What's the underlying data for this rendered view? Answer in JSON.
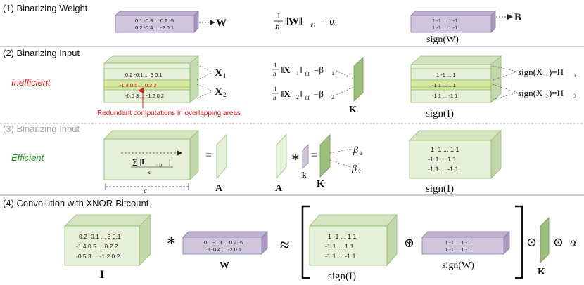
{
  "colors": {
    "green_face": "#e6efd7",
    "green_top": "#d4e4c0",
    "green_side": "#c2d8aa",
    "green_stroke": "#8cc070",
    "green_highlight": "#d7e9a0",
    "purple_face": "#cfc5dc",
    "purple_top": "#bdb1cf",
    "purple_side": "#a999bf",
    "purple_stroke": "#8d7fa6",
    "kernel_green": "#9cc07a",
    "red": "#e41a1c",
    "green_text": "#1f9a1f",
    "gray_text": "#a8a8a8",
    "divider": "#999999"
  },
  "sections": {
    "s1": {
      "title": "(1)  Binarizing Weight"
    },
    "s2": {
      "title": "(2) Binarizing Input",
      "tag": "Inefficient"
    },
    "s3": {
      "title": "(3) Binarizing Input",
      "tag": "Efficient"
    },
    "s4": {
      "title": "(4) Convolution with XNOR-Bitcount"
    }
  },
  "s1": {
    "w_row1": "0.1  -0.3  ...  0.2  -5",
    "w_row2": "0.2 -0.4  ...  -2  0.1",
    "w_label": "W",
    "frac_num": "1",
    "frac_den": "n",
    "norm_expr": "‖W‖",
    "norm_sub": "ℓ1",
    "equals_alpha": "= α",
    "b_row1": "1  -1  ...  1  -1",
    "b_row2": "1  -1  ...  1  -1",
    "b_label": "B",
    "sign_w": "sign(W)"
  },
  "s2": {
    "row1": "0.2  -0.1 ...  3  0.1",
    "row2": "-1.4  0.5  ...  0.2   2",
    "row3": "-0.5  3  ... -1.2  0.2",
    "x1_label": "X",
    "x1_sub": "1",
    "x2_label": "X",
    "x2_sub": "2",
    "redundant_note": "Redundant computations in overlapping areas",
    "eq1_norm": "‖X",
    "eq1_sub": "1",
    "eq1_rest": "‖",
    "eq1_l1": "ℓ1",
    "eq1_beta": "=β",
    "eq1_beta_sub": "1",
    "eq2_norm": "‖X",
    "eq2_sub": "2",
    "eq2_rest": "‖",
    "eq2_l1": "ℓ1",
    "eq2_beta": "=β",
    "eq2_beta_sub": "2",
    "frac_num": "1",
    "frac_den": "n",
    "k_label": "K",
    "s_row1": "1  -1  ...  1",
    "s_row2": "-1  1  ...  1  1",
    "s_row3": "-1  1  ...  -1  1",
    "h1_expr": "sign(X",
    "h1_sub": "1",
    "h1_mid": ")=H",
    "h1_sub2": "1",
    "h2_expr": "sign(X",
    "h2_sub": "2",
    "h2_mid": ")=H",
    "h2_sub2": "2",
    "sign_i": "sign(I)"
  },
  "s3": {
    "sum_expr": "∑ |I",
    "sum_sub": ":,:,i",
    "sum_close": "|",
    "sum_den": "c",
    "c_label": "c",
    "equals": "=",
    "a_label": "A",
    "a2_label": "A",
    "star": "∗",
    "small_k": "k",
    "equals2": "=",
    "k_label": "K",
    "beta1": "β",
    "beta1_sub": "1",
    "beta2": "β",
    "beta2_sub": "2",
    "g_row1": "1  -1  ...  1  1",
    "g_row2": "-1  1  ...  1  1",
    "g_row3": "-1  1  ...  -1  1",
    "sign_i": "sign(I)"
  },
  "s4": {
    "i_row1": "0.2  -0.1  ...  3  0.1",
    "i_row2": "-1.4  0.5  ...  0.2  2",
    "i_row3": "-0.5  3  ... -1.2  0.2",
    "i_label": "I",
    "star": "∗",
    "w_row1": "0.1  -0.3  ...  0.2  -5",
    "w_row2": "0.2  -0.4  ...  -2  0.1",
    "w_label": "W",
    "approx": "≈",
    "s_row1": "1  -1  ...  1  1",
    "s_row2": "-1  1  ...  1  1",
    "s_row3": "-1  1  ...  -1  1",
    "sign_i": "sign(I)",
    "xnor": "⊛",
    "b_row1": "1  -1  ...  1  -1",
    "b_row2": "1  -1  ...  1  -1",
    "sign_w": "sign(W)",
    "odot1": "⊙",
    "odot2": "⊙",
    "alpha": "α",
    "k_label": "K"
  }
}
